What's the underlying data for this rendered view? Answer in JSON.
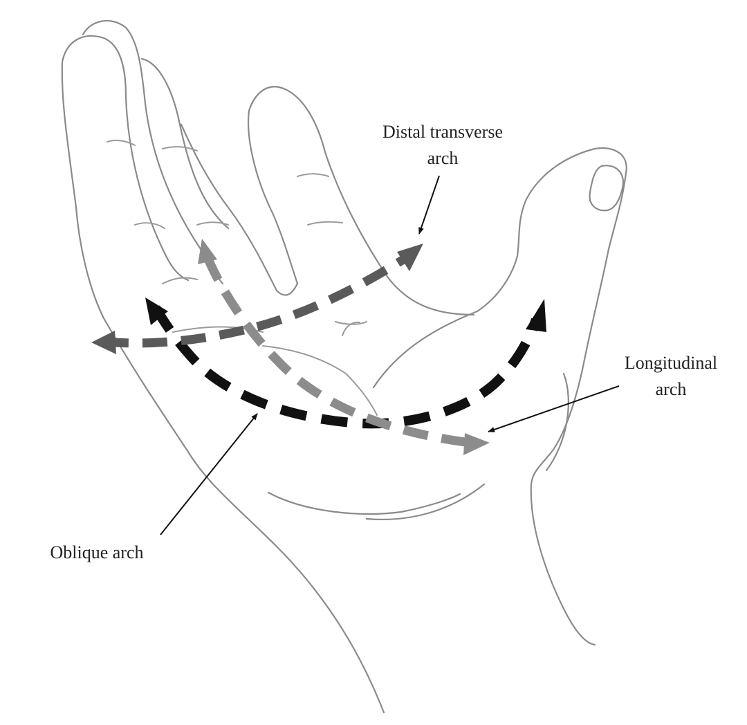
{
  "labels": {
    "distal_transverse": {
      "line1": "Distal transverse",
      "line2": "arch"
    },
    "longitudinal": {
      "line1": "Longitudinal",
      "line2": "arch"
    },
    "oblique": "Oblique arch"
  },
  "colors": {
    "outline": "#8a8a8a",
    "distal_transverse_arrow": "#5a5a5a",
    "longitudinal_arrow": "#8c8c8c",
    "oblique_arrow": "#111111",
    "leader": "#111111",
    "text": "#222222"
  }
}
